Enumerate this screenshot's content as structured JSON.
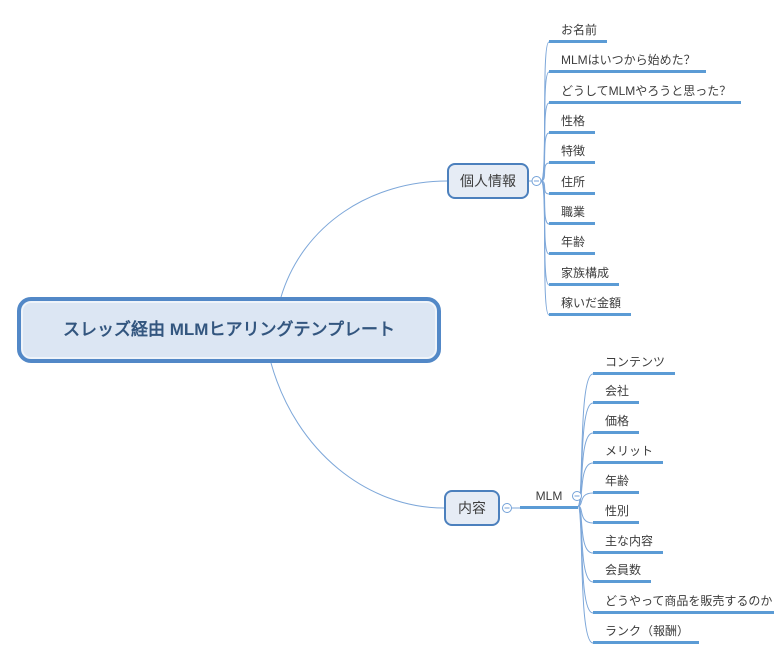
{
  "mindmap": {
    "root_label": "スレッズ経由 MLMヒアリングテンプレート",
    "branches": [
      {
        "label": "個人情報",
        "children": [
          "お名前",
          "MLMはいつから始めた？",
          "どうしてMLMやろうと思った？",
          "性格",
          "特徴",
          "住所",
          "職業",
          "年齢",
          "家族構成",
          "稼いだ金額"
        ]
      },
      {
        "label": "内容",
        "subtopic": {
          "label": "MLM",
          "children": [
            "コンテンツ",
            "会社",
            "価格",
            "メリット",
            "年齢",
            "性別",
            "主な内容",
            "会員数",
            "どうやって商品を販売するのか",
            "ランク（報酬）"
          ]
        }
      }
    ],
    "collapse_symbol": "−"
  },
  "colors": {
    "canvas_background": "#ffffff",
    "root_border": "#5288c7",
    "root_fill": "#dce6f3",
    "root_text": "#33567f",
    "topic_border": "#4c80bd",
    "topic_fill": "#e6ecf5",
    "topic_text": "#3c3c3c",
    "connector_line": "#7da7d9",
    "leaf_underline": "#5b9bd5",
    "leaf_text": "#3c3c3c",
    "toggle_stroke": "#74a2d8"
  }
}
